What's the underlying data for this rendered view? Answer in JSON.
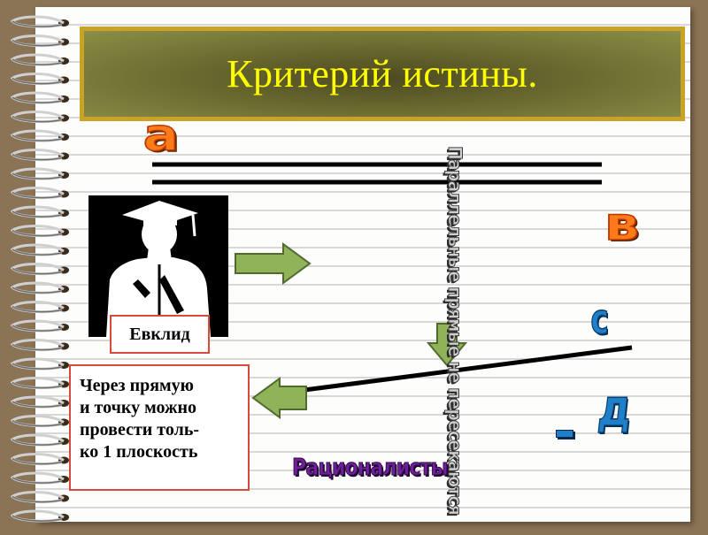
{
  "slide": {
    "title": "Критерий истины.",
    "labels": {
      "a": "а",
      "v": "в",
      "c": "с",
      "d": "д"
    },
    "statement_vertical": "Параллельные прямые  не пересекаются",
    "person_name": "Евклид",
    "statement_box": [
      "Через прямую",
      "и точку можно",
      "провести толь-",
      "ко 1 плоскость"
    ],
    "group_label": "Рационалисты"
  },
  "colors": {
    "title_text": "#ffff00",
    "title_border": "#c9a227",
    "orange_letters": "#ff7a1a",
    "blue_letters": "#1f7fc9",
    "purple_label": "#6f1f9a",
    "arrow_fill": "#90b35a",
    "box_border": "#d84a3a"
  },
  "icons": [
    "graduate-silhouette-icon",
    "arrow-right-icon",
    "arrow-down-icon",
    "arrow-left-icon"
  ]
}
